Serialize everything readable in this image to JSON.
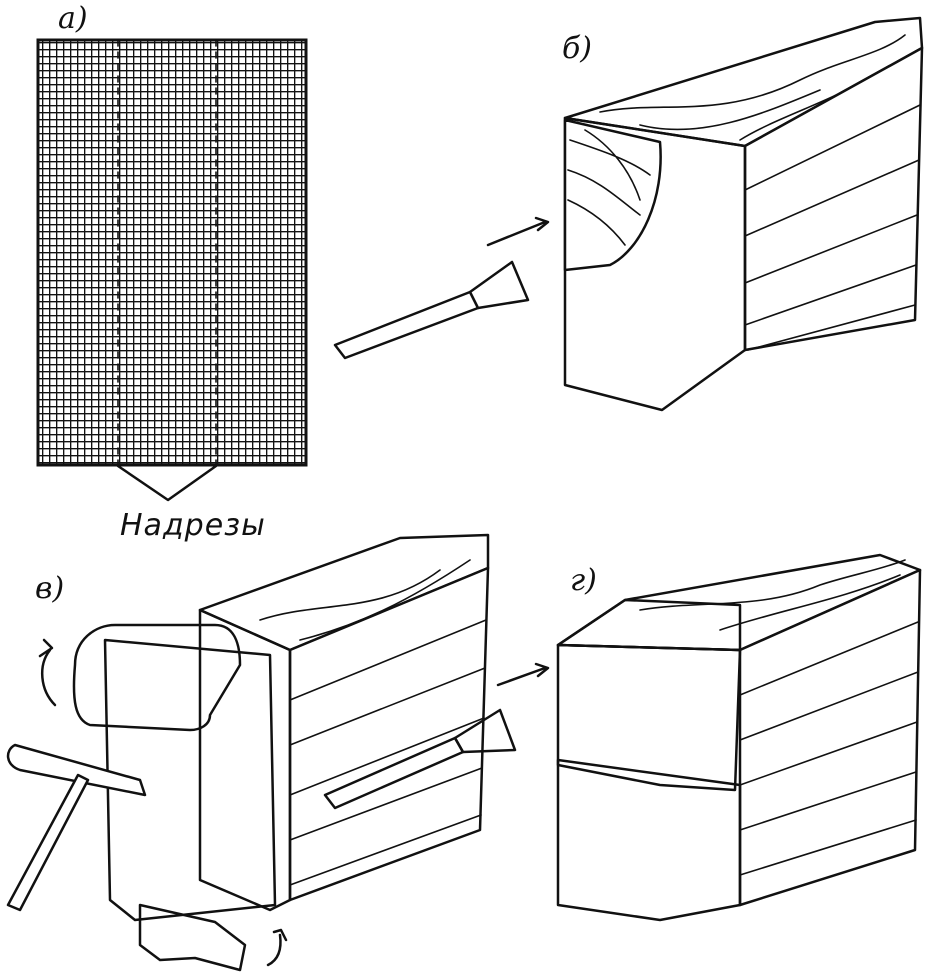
{
  "panels": {
    "a": {
      "label": "а)"
    },
    "b": {
      "label": "б)"
    },
    "v": {
      "label": "в)"
    },
    "g": {
      "label": "г)"
    }
  },
  "caption": "Надрезы"
}
